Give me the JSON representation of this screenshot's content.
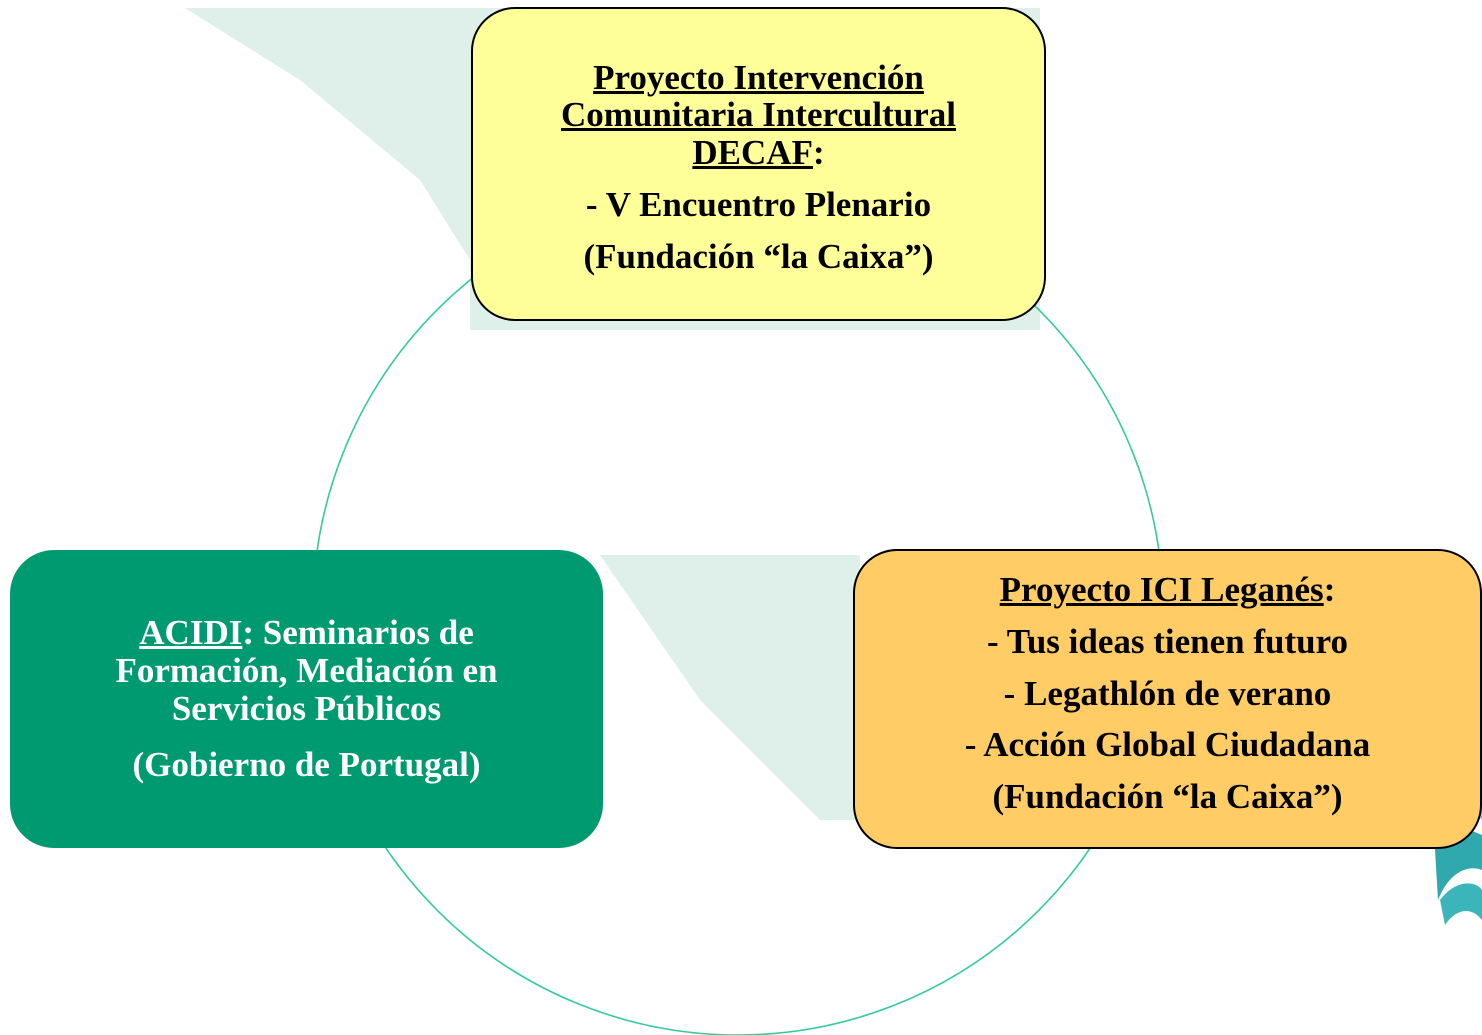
{
  "colors": {
    "top_node_fill": "#ffff99",
    "right_node_fill": "#ffcc66",
    "left_node_fill": "#009a71",
    "cycle_line": "#33cc99",
    "background_band": "#dff0ea",
    "logo_color": "#5bc4c9"
  },
  "nodes": {
    "top": {
      "title_line1": "Proyecto Intervención",
      "title_line2": "Comunitaria Intercultural",
      "title_line3": "DECAF",
      "title_colon": ":",
      "item1": "- V Encuentro Plenario",
      "item2": "(Fundación “la Caixa”)"
    },
    "right": {
      "title": "Proyecto ICI Leganés",
      "title_colon": ":",
      "item1": "- Tus ideas tienen futuro",
      "item2": "- Legathlón de verano",
      "item3": "- Acción Global Ciudadana",
      "item4": "(Fundación “la Caixa”)"
    },
    "left": {
      "title_underlined": "ACIDI",
      "title_rest": ": Seminarios de",
      "line2": "Formación, Mediación en",
      "line3": "Servicios Públicos",
      "item1": "(Gobierno de Portugal)"
    }
  }
}
